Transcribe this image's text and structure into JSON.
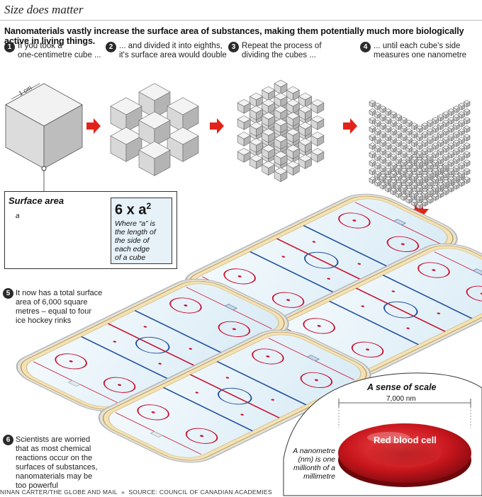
{
  "header": {
    "title": "Size does matter",
    "intro": "Nanomaterials vastly increase the surface area of substances, making them potentially much more biologically active in living things."
  },
  "steps": [
    {
      "number": "1",
      "text_line1": "If you took a",
      "text_line2": "one-centimetre cube ..."
    },
    {
      "number": "2",
      "text_line1": "... and divided it into eighths,",
      "text_line2": "it's surface area would double"
    },
    {
      "number": "3",
      "text_line1": "Repeat the process of",
      "text_line2": "dividing the cubes ..."
    },
    {
      "number": "4",
      "text_line1": "... until each cube's side",
      "text_line2": "measures one nanometre"
    }
  ],
  "cube_label": "1 cm",
  "surface_area": {
    "title": "Surface area",
    "a_label": "a",
    "formula": "6 x a",
    "formula_exp": "2",
    "desc_lines": [
      "Where “a” is",
      "the length of",
      "the side of",
      "each edge",
      "of a cube"
    ]
  },
  "step5": {
    "number": "5",
    "lines": [
      "It now has a total surface",
      "area of 6,000 square",
      "metres – equal to four",
      "ice hockey rinks"
    ]
  },
  "step6": {
    "number": "6",
    "lines": [
      "Scientists are worried",
      "that as most chemical",
      "reactions occur on the",
      "surfaces of substances,",
      "nanomaterials may be",
      "too powerful"
    ]
  },
  "scale": {
    "title": "A sense of scale",
    "measure": "7,000 nm",
    "cell_label": "Red blood cell",
    "nm_lines": [
      "A nanometre",
      "(nm) is one",
      "millionth of a",
      "millimetre"
    ]
  },
  "footer": {
    "credit": "NINAN CARTER/THE GLOBE AND MAIL",
    "sep": "»",
    "source": "SOURCE: COUNCIL OF CANADIAN ACADEMIES"
  },
  "colors": {
    "arrow": "#e2231a",
    "ice": "#e9f4fb",
    "board": "#f3e2b6",
    "line_red": "#c8102e",
    "line_blue": "#1f4e9c",
    "cell": "#c8161d"
  }
}
